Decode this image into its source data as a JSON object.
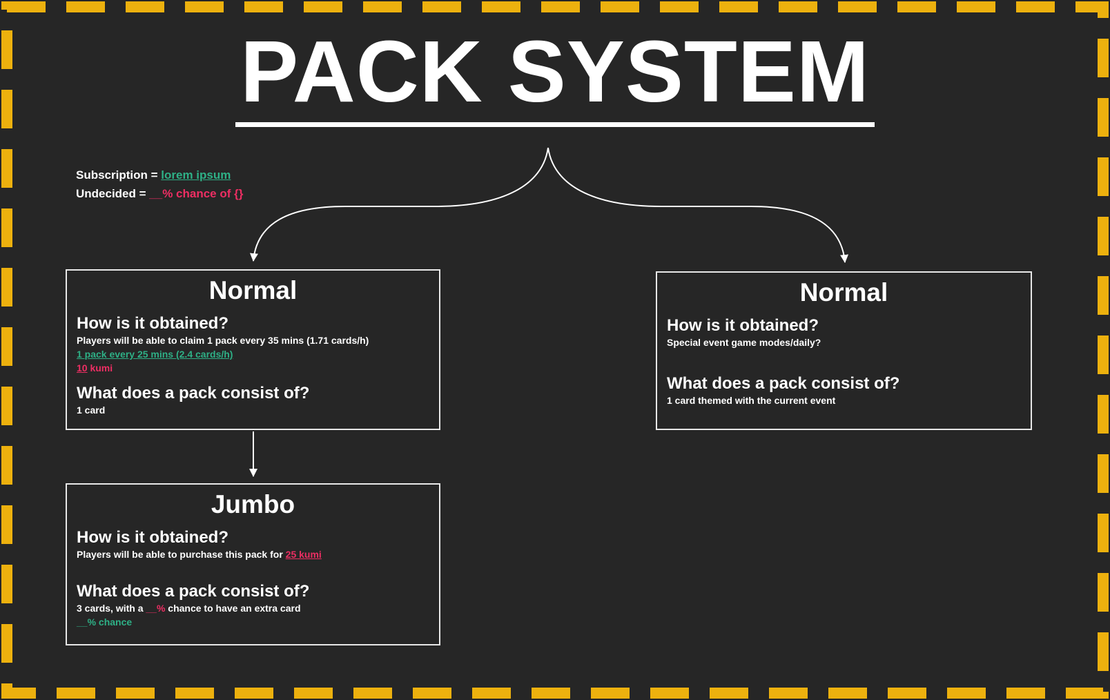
{
  "title": "PACK SYSTEM",
  "legend": {
    "subscription_label": "Subscription = ",
    "subscription_value": "lorem ipsum",
    "undecided_label": "Undecided = ",
    "undecided_value": "__% chance of {}"
  },
  "boxes": {
    "normal_left": {
      "title": "Normal",
      "q1_heading": "How is it obtained?",
      "q1_line1": "Players will be able to claim 1 pack every 35 mins (1.71 cards/h)",
      "q1_line2": "1 pack every 25 mins (2.4 cards/h)",
      "q1_line3_value": "10",
      "q1_line3_suffix": " kumi",
      "q2_heading": "What does a pack consist of?",
      "q2_line1": "1 card"
    },
    "normal_right": {
      "title": "Normal",
      "q1_heading": "How is it obtained?",
      "q1_line1": "Special event game modes/daily?",
      "q2_heading": "What does a pack consist of?",
      "q2_line1": "1 card themed with the current event"
    },
    "jumbo": {
      "title": "Jumbo",
      "q1_heading": "How is it obtained?",
      "q1_line1_prefix": "Players will be able to purchase this pack for ",
      "q1_line1_value": "25 kumi",
      "q2_heading": "What does a pack consist of?",
      "q2_line1_prefix": "3 cards, with a ",
      "q2_line1_value": "__%",
      "q2_line1_suffix": " chance to have an extra card",
      "q2_line2": "__% chance"
    }
  },
  "colors": {
    "background": "#262626",
    "frame_yellow": "#EDB10E",
    "accent_green": "#2EB086",
    "accent_pink": "#ED2E63",
    "text_white": "#FFFFFF",
    "box_border": "#E8E8E8"
  }
}
